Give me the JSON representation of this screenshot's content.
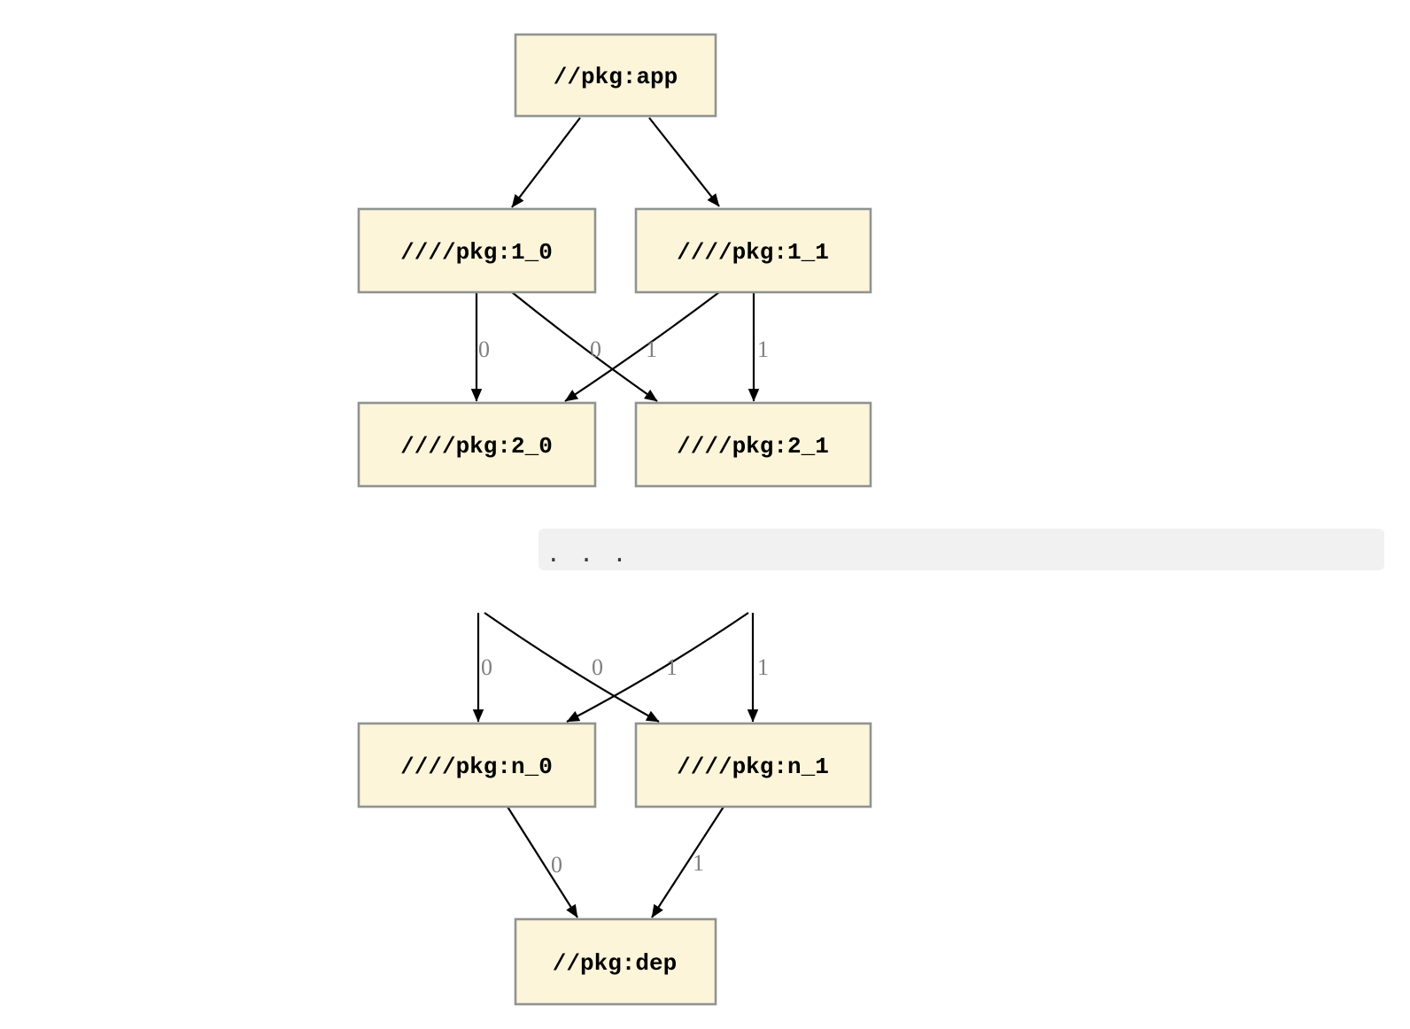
{
  "diagram": {
    "type": "dependency-graph",
    "nodes": [
      {
        "id": "app",
        "label": "//pkg:app"
      },
      {
        "id": "1_0",
        "label": "////pkg:1_0"
      },
      {
        "id": "1_1",
        "label": "////pkg:1_1"
      },
      {
        "id": "2_0",
        "label": "////pkg:2_0"
      },
      {
        "id": "2_1",
        "label": "////pkg:2_1"
      },
      {
        "id": "n_0",
        "label": "////pkg:n_0"
      },
      {
        "id": "n_1",
        "label": "////pkg:n_1"
      },
      {
        "id": "dep",
        "label": "//pkg:dep"
      }
    ],
    "edges": [
      {
        "from": "app",
        "to": "1_0",
        "label": ""
      },
      {
        "from": "app",
        "to": "1_1",
        "label": ""
      },
      {
        "from": "1_0",
        "to": "2_0",
        "label": "0"
      },
      {
        "from": "1_0",
        "to": "2_1",
        "label": "1"
      },
      {
        "from": "1_1",
        "to": "2_0",
        "label": "0"
      },
      {
        "from": "1_1",
        "to": "2_1",
        "label": "1"
      },
      {
        "from": "ellipsis",
        "to": "n_0",
        "label": "0"
      },
      {
        "from": "ellipsis",
        "to": "n_1",
        "label": "1"
      },
      {
        "from": "ellipsis",
        "to": "n_0",
        "label": "0"
      },
      {
        "from": "ellipsis",
        "to": "n_1",
        "label": "1"
      },
      {
        "from": "n_0",
        "to": "dep",
        "label": "0"
      },
      {
        "from": "n_1",
        "to": "dep",
        "label": "1"
      }
    ],
    "ellipsis": ". . .",
    "colors": {
      "node_fill": "#fcf5da",
      "node_border": "#8f9492",
      "edge_color": "#000000",
      "edge_label_color": "#7f7f7f",
      "ellipsis_bg": "#f1f1f1",
      "ellipsis_dot_color": "#3a3a3a"
    }
  }
}
